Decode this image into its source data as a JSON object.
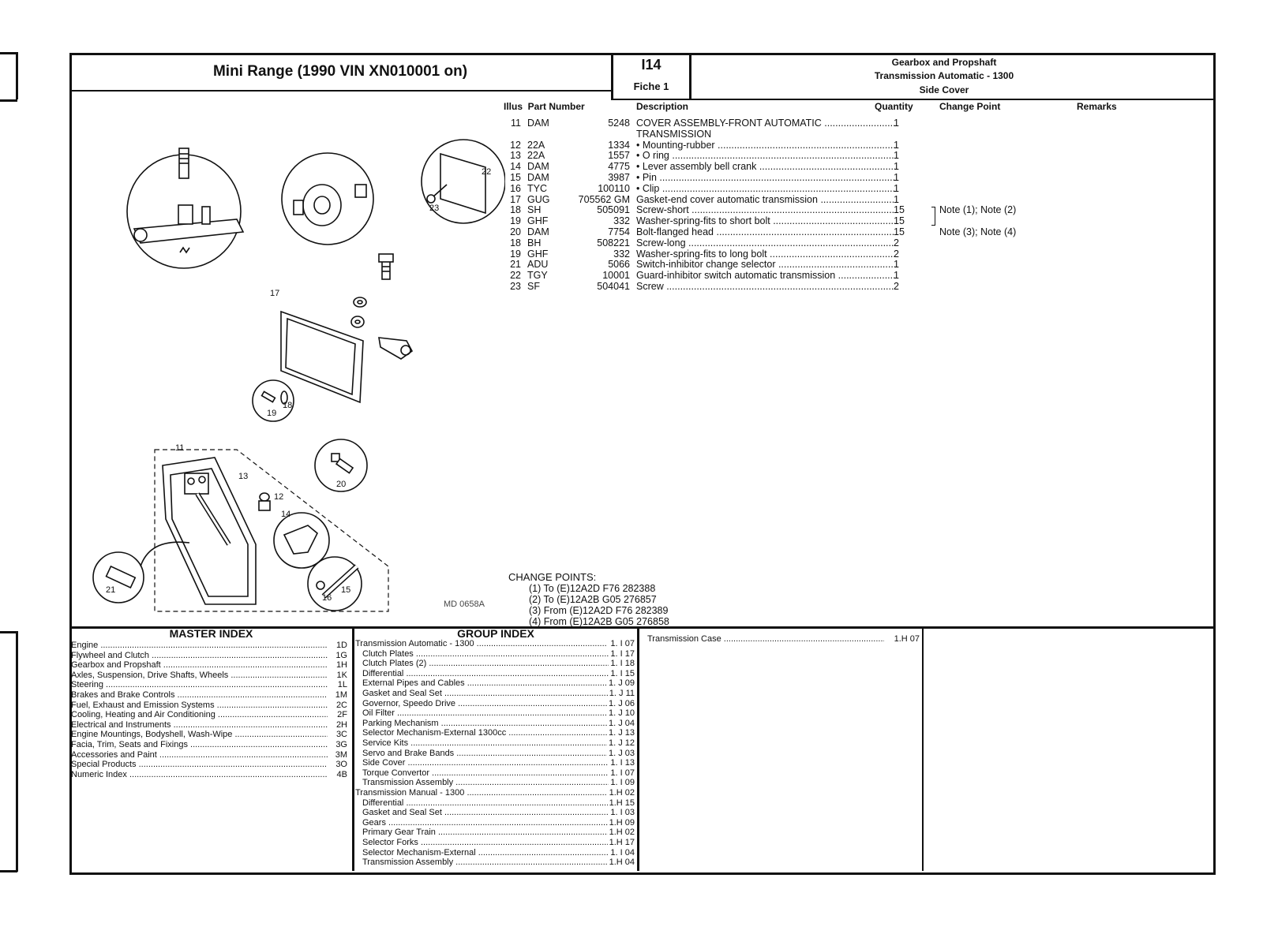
{
  "header": {
    "title": "Mini Range (1990 VIN XN010001 on)",
    "page_code": "I14",
    "fiche": "Fiche 1",
    "group": "Gearbox and Propshaft",
    "subgroup": "Transmission Automatic - 1300",
    "section": "Side Cover"
  },
  "columns": {
    "illus_part": "Illus  Part Number",
    "description": "Description",
    "quantity": "Quantity",
    "change_point": "Change Point",
    "remarks": "Remarks"
  },
  "parts": [
    {
      "illus": "11",
      "prefix": "DAM",
      "number": "5248",
      "description": "COVER ASSEMBLY-FRONT AUTOMATIC",
      "qty": "1"
    },
    {
      "illus": "",
      "prefix": "",
      "number": "",
      "description": "TRANSMISSION",
      "qty": ""
    },
    {
      "illus": "12",
      "prefix": "22A",
      "number": "1334",
      "description": "• Mounting-rubber",
      "qty": "1"
    },
    {
      "illus": "13",
      "prefix": "22A",
      "number": "1557",
      "description": "• O ring",
      "qty": "1"
    },
    {
      "illus": "14",
      "prefix": "DAM",
      "number": "4775",
      "description": "• Lever assembly bell crank",
      "qty": "1"
    },
    {
      "illus": "15",
      "prefix": "DAM",
      "number": "3987",
      "description": "• Pin",
      "qty": "1"
    },
    {
      "illus": "16",
      "prefix": "TYC",
      "number": "100110",
      "description": "• Clip",
      "qty": "1"
    },
    {
      "illus": "17",
      "prefix": "GUG",
      "number": "705562 GM",
      "description": "Gasket-end cover automatic transmission",
      "qty": "1"
    },
    {
      "illus": "18",
      "prefix": "SH",
      "number": "505091",
      "description": "Screw-short",
      "qty": "15"
    },
    {
      "illus": "19",
      "prefix": "GHF",
      "number": "332",
      "description": "Washer-spring-fits to short bolt",
      "qty": "15"
    },
    {
      "illus": "20",
      "prefix": "DAM",
      "number": "7754",
      "description": "Bolt-flanged head",
      "qty": "15"
    },
    {
      "illus": "18",
      "prefix": "BH",
      "number": "508221",
      "description": "Screw-long",
      "qty": "2"
    },
    {
      "illus": "19",
      "prefix": "GHF",
      "number": "332",
      "description": "Washer-spring-fits to long bolt",
      "qty": "2"
    },
    {
      "illus": "21",
      "prefix": "ADU",
      "number": "5066",
      "description": "Switch-inhibitor change selector",
      "qty": "1"
    },
    {
      "illus": "22",
      "prefix": "TGY",
      "number": "10001",
      "description": "Guard-inhibitor switch automatic transmission",
      "qty": "1"
    },
    {
      "illus": "23",
      "prefix": "SF",
      "number": "504041",
      "description": "Screw",
      "qty": "2"
    }
  ],
  "change_notes": {
    "a": "Note (1); Note (2)",
    "b": "Note (3); Note (4)"
  },
  "change_points": {
    "title": "CHANGE POINTS:",
    "items": [
      "(1) To (E)12A2D F76 282388",
      "(2) To (E)12A2B G05 276857",
      "(3) From (E)12A2D F76 282389",
      "(4) From (E)12A2B G05 276858"
    ]
  },
  "diagram": {
    "ref": "MD 0658A",
    "labels": [
      "11",
      "12",
      "13",
      "14",
      "15",
      "16",
      "17",
      "18",
      "19",
      "20",
      "21",
      "22",
      "23"
    ]
  },
  "master_index": {
    "title": "MASTER INDEX",
    "items": [
      {
        "label": "Engine",
        "code": "1D"
      },
      {
        "label": "Flywheel and Clutch",
        "code": "1G"
      },
      {
        "label": "Gearbox and Propshaft",
        "code": "1H"
      },
      {
        "label": "Axles, Suspension, Drive Shafts, Wheels",
        "code": "1K"
      },
      {
        "label": "Steering",
        "code": "1L"
      },
      {
        "label": "Brakes and Brake Controls",
        "code": "1M"
      },
      {
        "label": "Fuel, Exhaust and Emission Systems",
        "code": "2C"
      },
      {
        "label": "Cooling, Heating and Air Conditioning",
        "code": "2F"
      },
      {
        "label": "Electrical and Instruments",
        "code": "2H"
      },
      {
        "label": "Engine Mountings, Bodyshell, Wash-Wipe",
        "code": "3C"
      },
      {
        "label": "Facia, Trim, Seats and Fixings",
        "code": "3G"
      },
      {
        "label": "Accessories and Paint",
        "code": "3M"
      },
      {
        "label": "Special Products",
        "code": "3O"
      },
      {
        "label": "Numeric Index",
        "code": "4B"
      }
    ]
  },
  "group_index": {
    "title": "GROUP INDEX",
    "items": [
      {
        "label": "Transmission Automatic - 1300",
        "code": "1. I 07"
      },
      {
        "label": "Clutch Plates",
        "code": "1. I 17"
      },
      {
        "label": "Clutch Plates (2)",
        "code": "1. I 18"
      },
      {
        "label": "Differential",
        "code": "1. I 15"
      },
      {
        "label": "External Pipes and Cables",
        "code": "1. J 09"
      },
      {
        "label": "Gasket and Seal Set",
        "code": "1. J 11"
      },
      {
        "label": "Governor, Speedo Drive",
        "code": "1. J 06"
      },
      {
        "label": "Oil Filter",
        "code": "1. J 10"
      },
      {
        "label": "Parking Mechanism",
        "code": "1. J 04"
      },
      {
        "label": "Selector Mechanism-External 1300cc",
        "code": "1. J 13"
      },
      {
        "label": "Service Kits",
        "code": "1. J 12"
      },
      {
        "label": "Servo and Brake Bands",
        "code": "1. J 03"
      },
      {
        "label": "Side Cover",
        "code": "1. I 13"
      },
      {
        "label": "Torque Convertor",
        "code": "1. I 07"
      },
      {
        "label": "Transmission Assembly",
        "code": "1. I 09"
      },
      {
        "label": "Transmission Manual - 1300",
        "code": "1.H 02"
      },
      {
        "label": "Differential",
        "code": "1.H 15"
      },
      {
        "label": "Gasket and Seal Set",
        "code": "1. I 03"
      },
      {
        "label": "Gears",
        "code": "1.H 09"
      },
      {
        "label": "Primary Gear Train",
        "code": "1.H 02"
      },
      {
        "label": "Selector Forks",
        "code": "1.H 17"
      },
      {
        "label": "Selector Mechanism-External",
        "code": "1. I 04"
      },
      {
        "label": "Transmission Assembly",
        "code": "1.H 04"
      }
    ]
  },
  "extra_index": {
    "items": [
      {
        "label": "Transmission Case",
        "code": "1.H 07"
      }
    ]
  }
}
